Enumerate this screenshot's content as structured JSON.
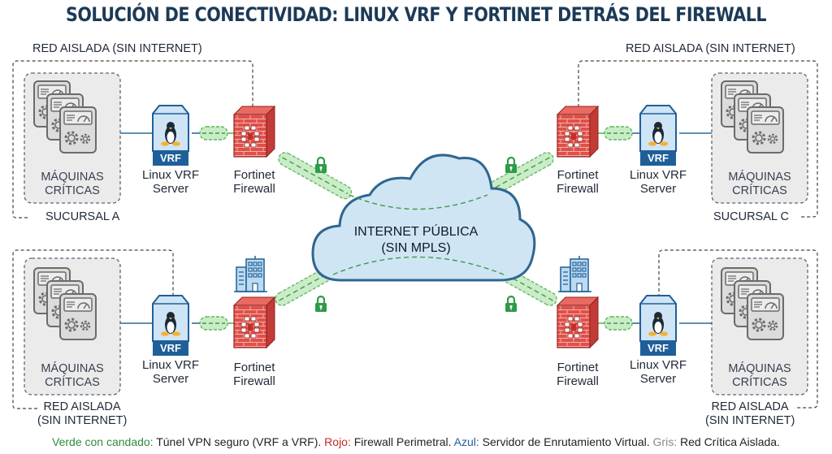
{
  "title": "SOLUCIÓN DE CONECTIVIDAD: LINUX VRF Y FORTINET DETRÁS DEL FIREWALL",
  "cloud": {
    "line1": "INTERNET PÚBLICA",
    "line2": "(SIN MPLS)"
  },
  "sites": {
    "top_left": {
      "network_label": "RED AISLADA (SIN INTERNET)",
      "site_label": "SUCURSAL A"
    },
    "top_right": {
      "network_label": "RED AISLADA (SIN INTERNET)",
      "site_label": "SUCURSAL C"
    },
    "bottom_left": {
      "network_label_1": "RED AISLADA",
      "network_label_2": "(SIN INTERNET)"
    },
    "bottom_right": {
      "network_label_1": "RED AISLADA",
      "network_label_2": "(SIN INTERNET)"
    }
  },
  "labels": {
    "machines_1": "MÁQUINAS",
    "machines_2": "CRÍTICAS",
    "vrf_1": "Linux VRF",
    "vrf_2": "Server",
    "vrf_badge": "VRF",
    "fw_1": "Fortinet",
    "fw_2": "Firewall"
  },
  "legend": {
    "green_key": "Verde con candado:",
    "green_text": " Túnel VPN seguro (VRF a VRF). ",
    "red_key": "Rojo:",
    "red_text": " Firewall Perimetral. ",
    "blue_key": "Azul:",
    "blue_text": " Servidor de Enrutamiento Virtual. ",
    "gray_key": "Gris:",
    "gray_text": " Red Crítica Aislada."
  },
  "colors": {
    "title": "#1c3a57",
    "tunnel_green": "#5cb85c",
    "firewall_red": "#d9443f",
    "vrf_blue": "#1f5f99",
    "machines_gray": "#6b6b6b",
    "cloud_fill": "#cfe5f3",
    "cloud_stroke": "#2f6690"
  }
}
